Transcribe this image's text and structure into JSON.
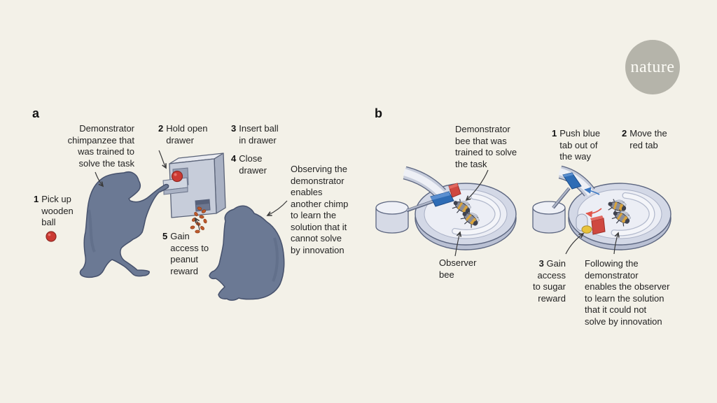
{
  "logo": {
    "text": "nature",
    "circle_color": "#b5b4aa",
    "text_color": "#fdfcf6"
  },
  "background_color": "#f3f1e8",
  "panel_a": {
    "label": "a",
    "captions": {
      "demonstrator": {
        "lines": [
          "Demonstrator",
          "chimpanzee that",
          "was trained to",
          "solve the task"
        ]
      },
      "observing": {
        "lines": [
          "Observing the",
          "demonstrator",
          "enables",
          "another chimp",
          "to learn the",
          "solution that it",
          "cannot solve",
          "by innovation"
        ]
      }
    },
    "steps": [
      {
        "num": "1",
        "lines": [
          "Pick up",
          "wooden",
          "ball"
        ]
      },
      {
        "num": "2",
        "lines": [
          "Hold open",
          "drawer"
        ]
      },
      {
        "num": "3",
        "lines": [
          "Insert ball",
          "in drawer"
        ]
      },
      {
        "num": "4",
        "lines": [
          "Close",
          "drawer"
        ]
      },
      {
        "num": "5",
        "lines": [
          "Gain",
          "access to",
          "peanut",
          "reward"
        ]
      }
    ]
  },
  "panel_b": {
    "label": "b",
    "captions": {
      "demonstrator": {
        "lines": [
          "Demonstrator",
          "bee that was",
          "trained to solve",
          "the task"
        ]
      },
      "observer": {
        "lines": [
          "Observer",
          "bee"
        ]
      },
      "following": {
        "lines": [
          "Following the",
          "demonstrator",
          "enables the observer",
          "to learn the solution",
          "that it could not",
          "solve by innovation"
        ]
      }
    },
    "steps": [
      {
        "num": "1",
        "lines": [
          "Push blue",
          "tab out of",
          "the way"
        ]
      },
      {
        "num": "2",
        "lines": [
          "Move the",
          "red tab"
        ]
      },
      {
        "num": "3",
        "first_line": "Gain",
        "lines": [
          "access",
          "to sugar",
          "reward"
        ]
      }
    ]
  },
  "colors": {
    "blue_tab": "#2e6cb5",
    "red_tab": "#cf4840",
    "reward_ball_red": "#cc3a33",
    "peanut_brown": "#bf5a2b",
    "sugar_yellow": "#e8c33c",
    "chimp_gray_blue": "#6b7994",
    "arena_gray": "#d3d8e6",
    "blue_arrow": "#3b78c3",
    "red_arrow": "#e2564a"
  }
}
